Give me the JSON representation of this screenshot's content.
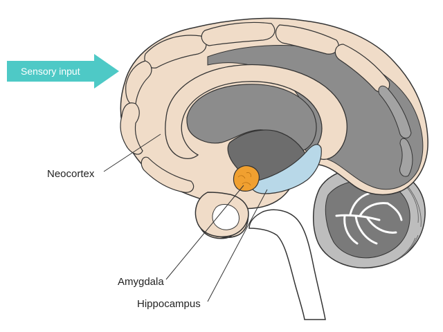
{
  "diagram": {
    "arrow": {
      "label": "Sensory input"
    },
    "labels": {
      "neocortex": "Neocortex",
      "amygdala": "Amygdala",
      "hippocampus": "Hippocampus"
    },
    "colors": {
      "arrow": "#4ec9c6",
      "cortex_fill": "#f0dcc8",
      "white_matter": "#9b9b9b",
      "gray_region": "#8c8c8c",
      "dark_region": "#6d6d6d",
      "amygdala": "#f0a030",
      "hippocampus": "#b8d8e8",
      "outline": "#333333"
    }
  }
}
